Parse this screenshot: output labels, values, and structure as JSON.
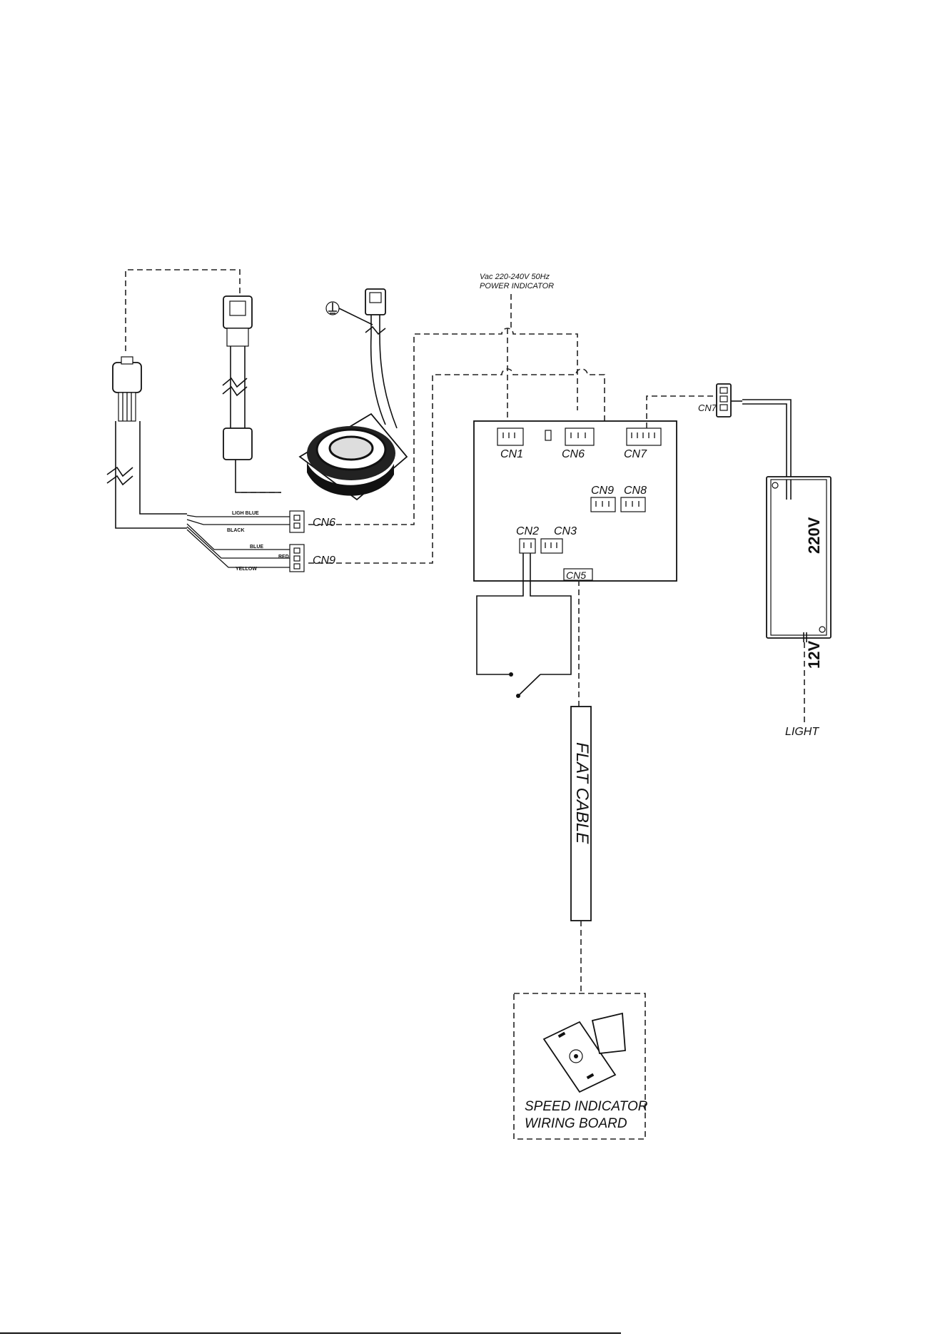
{
  "power": {
    "voltage_label": "Vac 220-240V 50Hz",
    "indicator_label": "POWER INDICATOR"
  },
  "board": {
    "connectors": {
      "cn1": "CN1",
      "cn6": "CN6",
      "cn7": "CN7",
      "cn9": "CN9",
      "cn8": "CN8",
      "cn2": "CN2",
      "cn3": "CN3",
      "cn5": "CN5"
    }
  },
  "harness": {
    "wires": {
      "light_blue": "LIGH BLUE",
      "black": "BLACK",
      "blue": "BLUE",
      "red": "RED",
      "yellow": "YELLOW"
    },
    "plug_cn6": "CN6",
    "plug_cn9": "CN9"
  },
  "transformer": {
    "connector_label": "CN7",
    "input_label": "220V",
    "output_label": "12V",
    "light_label": "LIGHT"
  },
  "flat_cable": {
    "label": "FLAT CABLE"
  },
  "speed_board": {
    "line1": "SPEED INDICATOR",
    "line2": "WIRING BOARD"
  }
}
